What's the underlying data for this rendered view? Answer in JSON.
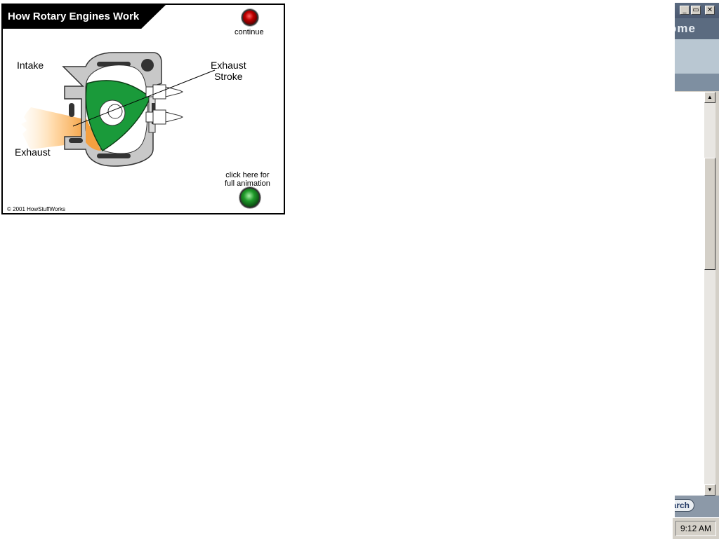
{
  "animation": {
    "title": "How Rotary Engines Work",
    "continue_label": "continue",
    "labels": {
      "intake": "Intake",
      "exhaust": "Exhaust",
      "exhaust_stroke_line1": "Exhaust",
      "exhaust_stroke_line2": "Stroke"
    },
    "full_animation_line1": "click here for",
    "full_animation_line2": "full animation",
    "copyright": "© 2001 HowStuffWorks",
    "colors": {
      "rotor": "#1a9a3a",
      "housing": "#c8c8c8",
      "exhaust_gas": "#f5a040",
      "continue_light": "#c00000",
      "animation_light": "#1f9a2a"
    }
  },
  "browser": {
    "header_text": "ome",
    "search_button": "arch",
    "window_buttons": [
      "minimize-icon",
      "restore-icon",
      "close-icon"
    ],
    "window_button_glyphs": [
      "_",
      "▭",
      "✕"
    ],
    "scroll_up_glyph": "▲",
    "scroll_down_glyph": "▼"
  },
  "taskbar": {
    "clock": "9:12 AM"
  }
}
